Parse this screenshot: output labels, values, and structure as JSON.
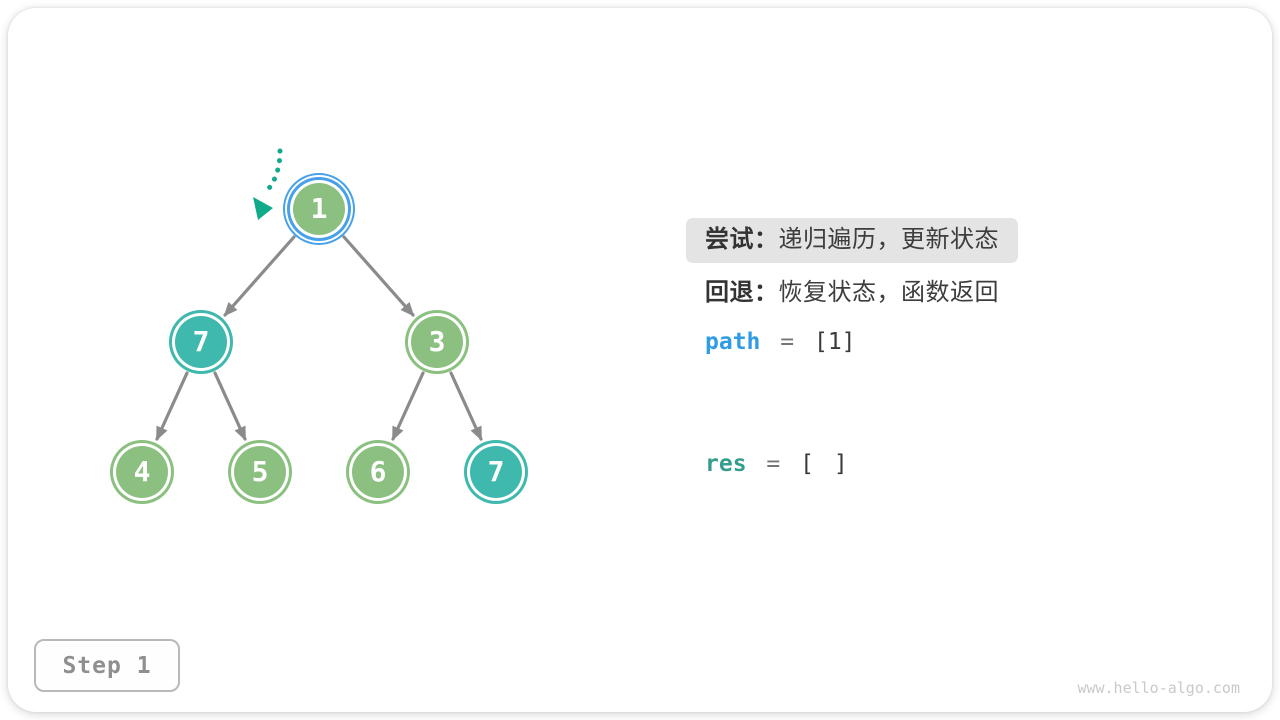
{
  "colors": {
    "node-green": "#8bc081",
    "node-teal": "#3fb8ad",
    "highlight-blue": "#47a1e9",
    "edge-gray": "#8b8b8b",
    "pointer-teal": "#11ab8c",
    "path-blue": "#2f9ce5",
    "res-teal": "#359d8d",
    "text-dark": "#3d3d3d",
    "box-gray": "#e4e4e4",
    "muted-gray": "#8f8f8f",
    "watermark-gray": "#c9c9c9"
  },
  "tree": {
    "nodes": [
      {
        "value": "1",
        "color": "green",
        "state": "current"
      },
      {
        "value": "7",
        "color": "teal",
        "state": ""
      },
      {
        "value": "3",
        "color": "green",
        "state": ""
      },
      {
        "value": "4",
        "color": "green",
        "state": ""
      },
      {
        "value": "5",
        "color": "green",
        "state": ""
      },
      {
        "value": "6",
        "color": "green",
        "state": ""
      },
      {
        "value": "7",
        "color": "teal",
        "state": ""
      }
    ],
    "edges": [
      [
        0,
        1
      ],
      [
        0,
        2
      ],
      [
        1,
        3
      ],
      [
        1,
        4
      ],
      [
        2,
        5
      ],
      [
        2,
        6
      ]
    ]
  },
  "panel": {
    "try_label": "尝试：",
    "try_text": "递归遍历，更新状态",
    "back_label": "回退：",
    "back_text": "恢复状态，函数返回",
    "path_name": "path",
    "eq": "=",
    "path_value": "[1]",
    "res_name": "res",
    "res_value": "[ ]"
  },
  "step_label": "Step 1",
  "watermark": "www.hello-algo.com"
}
